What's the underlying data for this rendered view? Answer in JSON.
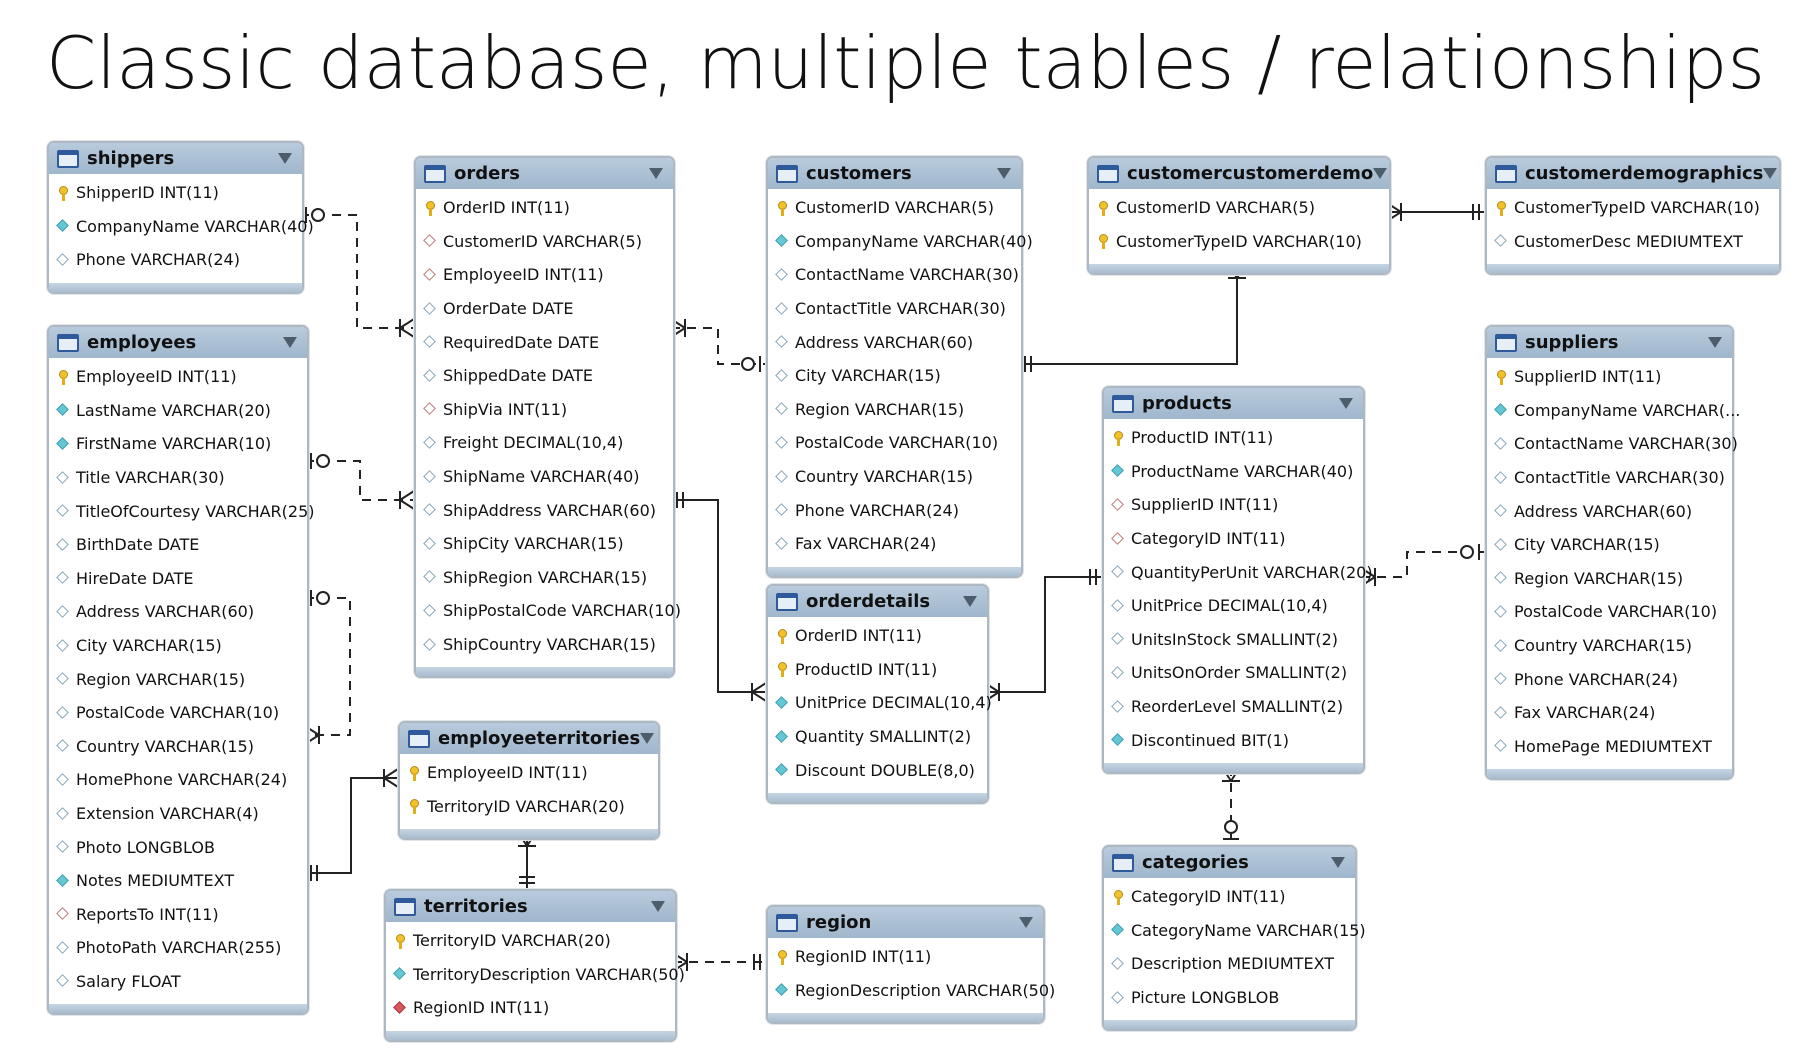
{
  "title": "Classic database, multiple tables / relationships",
  "tables": {
    "shippers": {
      "name": "shippers",
      "columns": [
        {
          "text": "ShipperID INT(11)",
          "icon": "key"
        },
        {
          "text": "CompanyName VARCHAR(40)",
          "icon": "not-null"
        },
        {
          "text": "Phone VARCHAR(24)",
          "icon": "nullable"
        }
      ]
    },
    "employees": {
      "name": "employees",
      "columns": [
        {
          "text": "EmployeeID INT(11)",
          "icon": "key"
        },
        {
          "text": "LastName VARCHAR(20)",
          "icon": "not-null"
        },
        {
          "text": "FirstName VARCHAR(10)",
          "icon": "not-null"
        },
        {
          "text": "Title VARCHAR(30)",
          "icon": "nullable"
        },
        {
          "text": "TitleOfCourtesy VARCHAR(25)",
          "icon": "nullable"
        },
        {
          "text": "BirthDate DATE",
          "icon": "nullable"
        },
        {
          "text": "HireDate DATE",
          "icon": "nullable"
        },
        {
          "text": "Address VARCHAR(60)",
          "icon": "nullable"
        },
        {
          "text": "City VARCHAR(15)",
          "icon": "nullable"
        },
        {
          "text": "Region VARCHAR(15)",
          "icon": "nullable"
        },
        {
          "text": "PostalCode VARCHAR(10)",
          "icon": "nullable"
        },
        {
          "text": "Country VARCHAR(15)",
          "icon": "nullable"
        },
        {
          "text": "HomePhone VARCHAR(24)",
          "icon": "nullable"
        },
        {
          "text": "Extension VARCHAR(4)",
          "icon": "nullable"
        },
        {
          "text": "Photo LONGBLOB",
          "icon": "nullable"
        },
        {
          "text": "Notes MEDIUMTEXT",
          "icon": "not-null"
        },
        {
          "text": "ReportsTo INT(11)",
          "icon": "foreign-key"
        },
        {
          "text": "PhotoPath VARCHAR(255)",
          "icon": "nullable"
        },
        {
          "text": "Salary FLOAT",
          "icon": "nullable"
        }
      ]
    },
    "orders": {
      "name": "orders",
      "columns": [
        {
          "text": "OrderID INT(11)",
          "icon": "key"
        },
        {
          "text": "CustomerID VARCHAR(5)",
          "icon": "foreign-key"
        },
        {
          "text": "EmployeeID INT(11)",
          "icon": "foreign-key"
        },
        {
          "text": "OrderDate DATE",
          "icon": "nullable"
        },
        {
          "text": "RequiredDate DATE",
          "icon": "nullable"
        },
        {
          "text": "ShippedDate DATE",
          "icon": "nullable"
        },
        {
          "text": "ShipVia INT(11)",
          "icon": "foreign-key"
        },
        {
          "text": "Freight DECIMAL(10,4)",
          "icon": "nullable"
        },
        {
          "text": "ShipName VARCHAR(40)",
          "icon": "nullable"
        },
        {
          "text": "ShipAddress VARCHAR(60)",
          "icon": "nullable"
        },
        {
          "text": "ShipCity VARCHAR(15)",
          "icon": "nullable"
        },
        {
          "text": "ShipRegion VARCHAR(15)",
          "icon": "nullable"
        },
        {
          "text": "ShipPostalCode VARCHAR(10)",
          "icon": "nullable"
        },
        {
          "text": "ShipCountry VARCHAR(15)",
          "icon": "nullable"
        }
      ]
    },
    "customers": {
      "name": "customers",
      "columns": [
        {
          "text": "CustomerID VARCHAR(5)",
          "icon": "key"
        },
        {
          "text": "CompanyName VARCHAR(40)",
          "icon": "not-null"
        },
        {
          "text": "ContactName VARCHAR(30)",
          "icon": "nullable"
        },
        {
          "text": "ContactTitle VARCHAR(30)",
          "icon": "nullable"
        },
        {
          "text": "Address VARCHAR(60)",
          "icon": "nullable"
        },
        {
          "text": "City VARCHAR(15)",
          "icon": "nullable"
        },
        {
          "text": "Region VARCHAR(15)",
          "icon": "nullable"
        },
        {
          "text": "PostalCode VARCHAR(10)",
          "icon": "nullable"
        },
        {
          "text": "Country VARCHAR(15)",
          "icon": "nullable"
        },
        {
          "text": "Phone VARCHAR(24)",
          "icon": "nullable"
        },
        {
          "text": "Fax VARCHAR(24)",
          "icon": "nullable"
        }
      ]
    },
    "customercustomerdemo": {
      "name": "customercustomerdemo",
      "columns": [
        {
          "text": "CustomerID VARCHAR(5)",
          "icon": "key"
        },
        {
          "text": "CustomerTypeID VARCHAR(10)",
          "icon": "key"
        }
      ]
    },
    "customerdemographics": {
      "name": "customerdemographics",
      "columns": [
        {
          "text": "CustomerTypeID VARCHAR(10)",
          "icon": "key"
        },
        {
          "text": "CustomerDesc MEDIUMTEXT",
          "icon": "nullable"
        }
      ]
    },
    "suppliers": {
      "name": "suppliers",
      "columns": [
        {
          "text": "SupplierID INT(11)",
          "icon": "key"
        },
        {
          "text": "CompanyName VARCHAR(...",
          "icon": "not-null"
        },
        {
          "text": "ContactName VARCHAR(30)",
          "icon": "nullable"
        },
        {
          "text": "ContactTitle VARCHAR(30)",
          "icon": "nullable"
        },
        {
          "text": "Address VARCHAR(60)",
          "icon": "nullable"
        },
        {
          "text": "City VARCHAR(15)",
          "icon": "nullable"
        },
        {
          "text": "Region VARCHAR(15)",
          "icon": "nullable"
        },
        {
          "text": "PostalCode VARCHAR(10)",
          "icon": "nullable"
        },
        {
          "text": "Country VARCHAR(15)",
          "icon": "nullable"
        },
        {
          "text": "Phone VARCHAR(24)",
          "icon": "nullable"
        },
        {
          "text": "Fax VARCHAR(24)",
          "icon": "nullable"
        },
        {
          "text": "HomePage MEDIUMTEXT",
          "icon": "nullable"
        }
      ]
    },
    "products": {
      "name": "products",
      "columns": [
        {
          "text": "ProductID INT(11)",
          "icon": "key"
        },
        {
          "text": "ProductName VARCHAR(40)",
          "icon": "not-null"
        },
        {
          "text": "SupplierID INT(11)",
          "icon": "foreign-key"
        },
        {
          "text": "CategoryID INT(11)",
          "icon": "foreign-key"
        },
        {
          "text": "QuantityPerUnit VARCHAR(20)",
          "icon": "nullable"
        },
        {
          "text": "UnitPrice DECIMAL(10,4)",
          "icon": "nullable"
        },
        {
          "text": "UnitsInStock SMALLINT(2)",
          "icon": "nullable"
        },
        {
          "text": "UnitsOnOrder SMALLINT(2)",
          "icon": "nullable"
        },
        {
          "text": "ReorderLevel SMALLINT(2)",
          "icon": "nullable"
        },
        {
          "text": "Discontinued BIT(1)",
          "icon": "not-null"
        }
      ]
    },
    "orderdetails": {
      "name": "orderdetails",
      "columns": [
        {
          "text": "OrderID INT(11)",
          "icon": "key"
        },
        {
          "text": "ProductID INT(11)",
          "icon": "key"
        },
        {
          "text": "UnitPrice DECIMAL(10,4)",
          "icon": "not-null"
        },
        {
          "text": "Quantity SMALLINT(2)",
          "icon": "not-null"
        },
        {
          "text": "Discount DOUBLE(8,0)",
          "icon": "not-null"
        }
      ]
    },
    "employeeterritories": {
      "name": "employeeterritories",
      "columns": [
        {
          "text": "EmployeeID INT(11)",
          "icon": "key"
        },
        {
          "text": "TerritoryID VARCHAR(20)",
          "icon": "key"
        }
      ]
    },
    "territories": {
      "name": "territories",
      "columns": [
        {
          "text": "TerritoryID VARCHAR(20)",
          "icon": "key"
        },
        {
          "text": "TerritoryDescription VARCHAR(50)",
          "icon": "not-null"
        },
        {
          "text": "RegionID INT(11)",
          "icon": "foreign-key-not-null"
        }
      ]
    },
    "region": {
      "name": "region",
      "columns": [
        {
          "text": "RegionID INT(11)",
          "icon": "key"
        },
        {
          "text": "RegionDescription VARCHAR(50)",
          "icon": "not-null"
        }
      ]
    },
    "categories": {
      "name": "categories",
      "columns": [
        {
          "text": "CategoryID INT(11)",
          "icon": "key"
        },
        {
          "text": "CategoryName VARCHAR(15)",
          "icon": "not-null"
        },
        {
          "text": "Description MEDIUMTEXT",
          "icon": "nullable"
        },
        {
          "text": "Picture LONGBLOB",
          "icon": "nullable"
        }
      ]
    }
  },
  "relationships": [
    {
      "from": "shippers",
      "to": "orders",
      "one_end": "zero-or-one",
      "many_end": "one-or-many",
      "style": "dashed"
    },
    {
      "from": "employees",
      "to": "orders",
      "one_end": "zero-or-one",
      "many_end": "one-or-many",
      "style": "dashed"
    },
    {
      "from": "employees",
      "to": "employees",
      "one_end": "zero-or-one",
      "many_end": "one-or-many",
      "style": "dashed"
    },
    {
      "from": "employees",
      "to": "employeeterritories",
      "one_end": "exactly-one",
      "many_end": "one-or-many",
      "style": "solid"
    },
    {
      "from": "customers",
      "to": "orders",
      "one_end": "zero-or-one",
      "many_end": "one-or-many",
      "style": "dashed"
    },
    {
      "from": "orders",
      "to": "orderdetails",
      "one_end": "exactly-one",
      "many_end": "one-or-many",
      "style": "solid"
    },
    {
      "from": "customers",
      "to": "customercustomerdemo",
      "one_end": "exactly-one",
      "many_end": "one-or-many",
      "style": "solid"
    },
    {
      "from": "customerdemographics",
      "to": "customercustomerdemo",
      "one_end": "exactly-one",
      "many_end": "one-or-many",
      "style": "solid"
    },
    {
      "from": "products",
      "to": "orderdetails",
      "one_end": "exactly-one",
      "many_end": "one-or-many",
      "style": "solid"
    },
    {
      "from": "suppliers",
      "to": "products",
      "one_end": "zero-or-one",
      "many_end": "one-or-many",
      "style": "dashed"
    },
    {
      "from": "categories",
      "to": "products",
      "one_end": "zero-or-one",
      "many_end": "one-or-many",
      "style": "dashed"
    },
    {
      "from": "territories",
      "to": "employeeterritories",
      "one_end": "exactly-one",
      "many_end": "one-or-many",
      "style": "solid"
    },
    {
      "from": "region",
      "to": "territories",
      "one_end": "exactly-one",
      "many_end": "one-or-many",
      "style": "dashed"
    }
  ]
}
